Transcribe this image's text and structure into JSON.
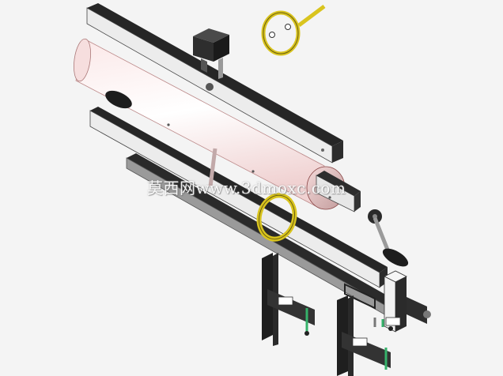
{
  "watermark": {
    "text": "莫西网www.3dmoxc.com"
  },
  "colors": {
    "background": "#f4f4f4",
    "frame_dark": "#262626",
    "frame_light": "#e9e9e9",
    "roller": "#fbe9e9",
    "ring": "#d9c41e",
    "handle": "#1d1d1d",
    "accent_green": "#35b26a"
  },
  "parts": [
    {
      "name": "upper-beam",
      "icon": "rectangular-beam"
    },
    {
      "name": "roller-cylinder",
      "icon": "cylinder"
    },
    {
      "name": "lower-beam",
      "icon": "rectangular-beam"
    },
    {
      "name": "base-rail",
      "icon": "rectangular-beam"
    },
    {
      "name": "mounting-block",
      "icon": "block"
    },
    {
      "name": "detached-ring",
      "icon": "ring"
    },
    {
      "name": "mounted-ring",
      "icon": "ring"
    },
    {
      "name": "crank-handle",
      "icon": "crank"
    },
    {
      "name": "support-bracket",
      "icon": "bracket"
    }
  ]
}
